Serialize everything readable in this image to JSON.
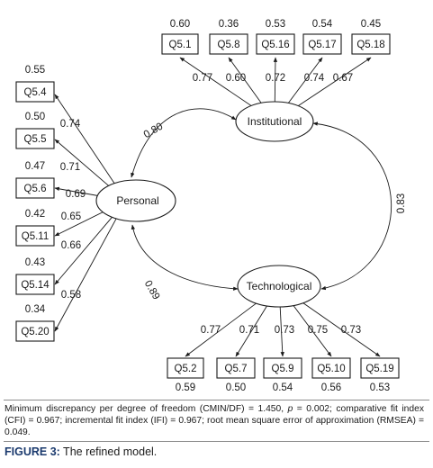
{
  "latent_factors": [
    {
      "id": "institutional",
      "label": "Institutional"
    },
    {
      "id": "personal",
      "label": "Personal"
    },
    {
      "id": "technological",
      "label": "Technological"
    }
  ],
  "indicators": {
    "institutional": [
      {
        "label": "Q5.1",
        "r2": "0.60",
        "loading": "0.77"
      },
      {
        "label": "Q5.8",
        "r2": "0.36",
        "loading": "0.60"
      },
      {
        "label": "Q5.16",
        "r2": "0.53",
        "loading": "0.72"
      },
      {
        "label": "Q5.17",
        "r2": "0.54",
        "loading": "0.74"
      },
      {
        "label": "Q5.18",
        "r2": "0.45",
        "loading": "0.67"
      }
    ],
    "personal": [
      {
        "label": "Q5.4",
        "r2": "0.55",
        "loading": "0.74"
      },
      {
        "label": "Q5.5",
        "r2": "0.50",
        "loading": "0.71"
      },
      {
        "label": "Q5.6",
        "r2": "0.47",
        "loading": "0.69"
      },
      {
        "label": "Q5.11",
        "r2": "0.42",
        "loading": "0.65"
      },
      {
        "label": "Q5.14",
        "r2": "0.43",
        "loading": "0.66"
      },
      {
        "label": "Q5.20",
        "r2": "0.34",
        "loading": "0.58"
      }
    ],
    "technological": [
      {
        "label": "Q5.2",
        "r2": "0.59",
        "loading": "0.77"
      },
      {
        "label": "Q5.7",
        "r2": "0.50",
        "loading": "0.71"
      },
      {
        "label": "Q5.9",
        "r2": "0.54",
        "loading": "0.73"
      },
      {
        "label": "Q5.10",
        "r2": "0.56",
        "loading": "0.75"
      },
      {
        "label": "Q5.19",
        "r2": "0.53",
        "loading": "0.73"
      }
    ]
  },
  "correlations": [
    {
      "between": [
        "personal",
        "institutional"
      ],
      "value": "0.80"
    },
    {
      "between": [
        "institutional",
        "technological"
      ],
      "value": "0.83"
    },
    {
      "between": [
        "personal",
        "technological"
      ],
      "value": "0.89"
    }
  ],
  "caption": {
    "part1": "Minimum discrepancy per degree of freedom (CMIN/DF) = 1.450, ",
    "p_symbol": "p",
    "part2": " = 0.002; comparative fit index (CFI) = 0.967; incremental fit index (IFI) = 0.967; root mean square error of approximation (RMSEA) = 0.049."
  },
  "figure": {
    "label": "FIGURE 3:",
    "title": " The refined model."
  }
}
